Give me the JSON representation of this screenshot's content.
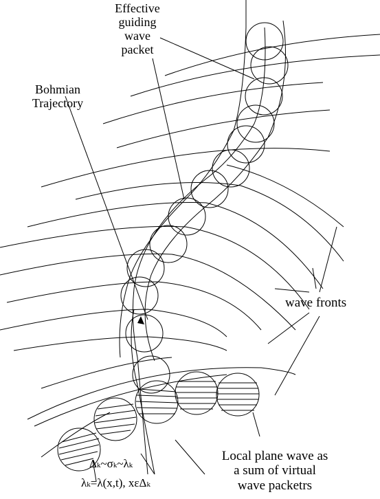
{
  "labels": {
    "packet_line1": "Effective",
    "packet_line2": "guiding",
    "packet_line3": "wave",
    "packet_line4": "packet",
    "bohm_line1": "Bohmian",
    "bohm_line2": "Trajectory",
    "wave_fronts": "wave fronts",
    "local_line1": "Local plane wave as",
    "local_line2": "a sum of virtual",
    "local_line3": "wave packetrs"
  },
  "formulas": {
    "f1": {
      "d": "Δ",
      "k1": "k",
      "t1": "~σ",
      "k2": "k",
      "t2": "~λ",
      "k3": "k"
    },
    "f2": {
      "l": "λ",
      "k1": "k",
      "t1": "=λ(x,t), xεΔ",
      "k2": "k"
    }
  },
  "colors": {
    "ink": "#000000",
    "paper": "#ffffff"
  }
}
